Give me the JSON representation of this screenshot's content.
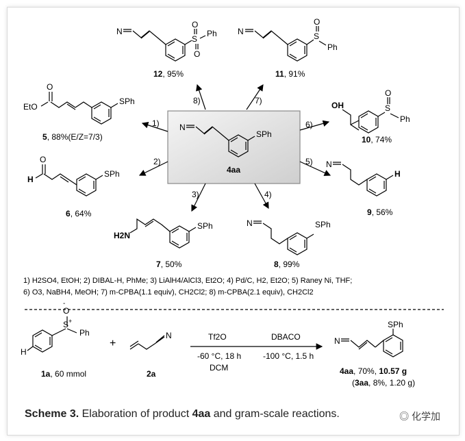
{
  "center": {
    "label": "4aa",
    "sph": "SPh"
  },
  "arrows": {
    "a1": "1)",
    "a2": "2)",
    "a3": "3)",
    "a4": "4)",
    "a5": "5)",
    "a6": "6)",
    "a7": "7)",
    "a8": "8)"
  },
  "compounds": {
    "c12": {
      "num": "12",
      "yield": ", 95%",
      "ph": "Ph"
    },
    "c11": {
      "num": "11",
      "yield": ", 91%",
      "ph": "Ph"
    },
    "c5": {
      "num": "5",
      "yield": ", 88%(E/Z=7/3)",
      "eto": "EtO",
      "sph": "SPh"
    },
    "c10": {
      "num": "10",
      "yield": ", 74%",
      "oh": "OH",
      "ph": "Ph"
    },
    "c6": {
      "num": "6",
      "yield": ", 64%",
      "h": "H",
      "sph": "SPh"
    },
    "c9": {
      "num": "9",
      "yield": ", 56%",
      "h": "H"
    },
    "c7": {
      "num": "7",
      "yield": ", 50%",
      "h2n": "H2N",
      "sph": "SPh"
    },
    "c8": {
      "num": "8",
      "yield": ", 99%",
      "sph": "SPh"
    }
  },
  "conditions_line1": "1) H2SO4, EtOH; 2) DIBAL-H, PhMe; 3) LiAlH4/AlCl3, Et2O; 4) Pd/C, H2, Et2O; 5) Raney Ni, THF;",
  "conditions_line2": "6) O3, NaBH4, MeOH; 7) m-CPBA(1.1 equiv), CH2Cl2; 8) m-CPBA(2.1 equiv), CH2Cl2",
  "gram": {
    "r1_label": "1a",
    "r1_amount": ", 60 mmol",
    "r1_ph": "Ph",
    "r1_h": "H",
    "plus": "+",
    "r2_label": "2a",
    "cond1_top": "Tf2O",
    "cond1_b1": "-60 °C, 18 h",
    "cond1_b2": "DCM",
    "cond2_top": "DBACO",
    "cond2_b1": "-100 °C, 1.5 h",
    "product_label": "4aa",
    "product_yield": ", 70%, ",
    "product_mass": "10.57  g",
    "side_open": "(",
    "side_label": "3aa",
    "side_yield": ", 8%, 1.20 g)",
    "sph": "SPh"
  },
  "caption": {
    "prefix": "Scheme 3.",
    "text1": " Elaboration of product ",
    "bold": "4aa",
    "text2": " and gram-scale reactions."
  },
  "watermark": "化学加"
}
